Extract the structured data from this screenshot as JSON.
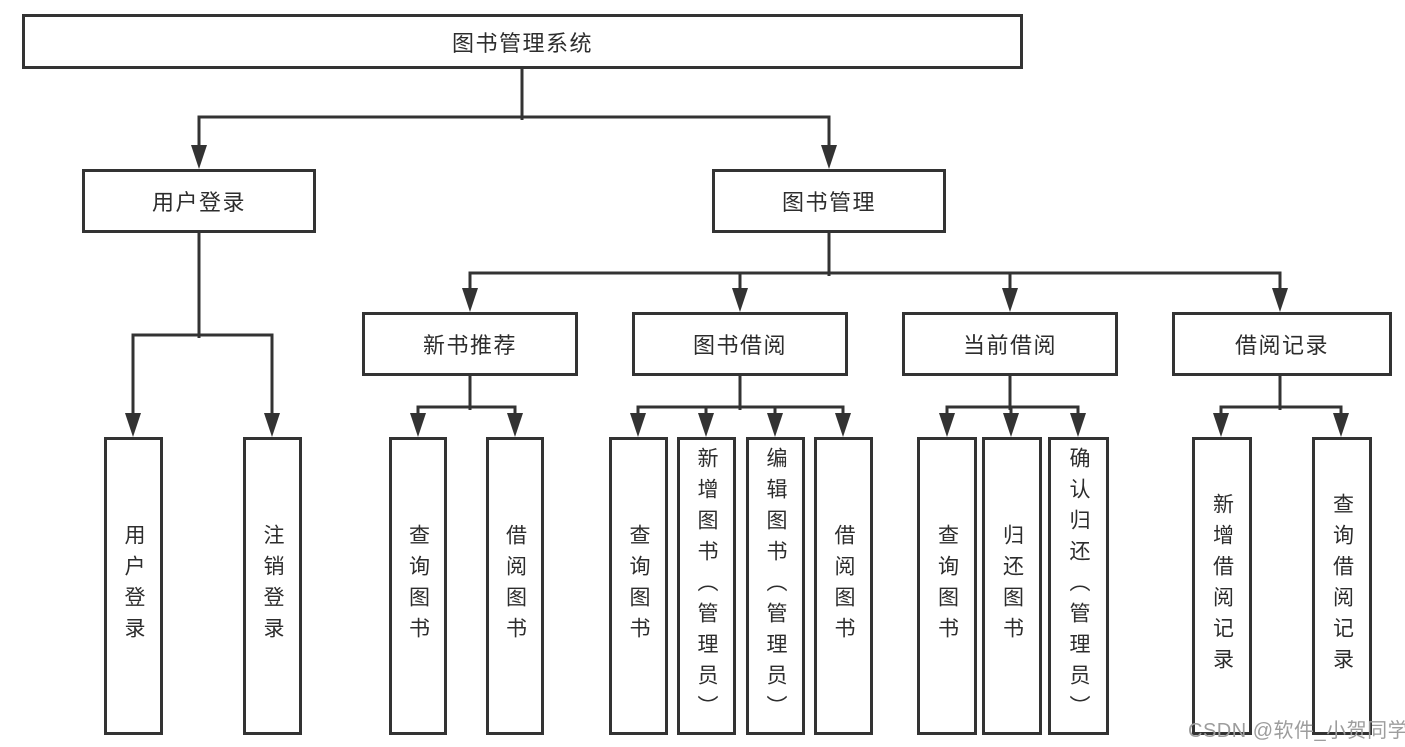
{
  "diagram": {
    "root": {
      "label": "图书管理系统"
    },
    "level2": [
      {
        "label": "用户登录"
      },
      {
        "label": "图书管理"
      }
    ],
    "level3": [
      {
        "label": "新书推荐"
      },
      {
        "label": "图书借阅"
      },
      {
        "label": "当前借阅"
      },
      {
        "label": "借阅记录"
      }
    ],
    "leaves": [
      {
        "label": "用户登录"
      },
      {
        "label": "注销登录"
      },
      {
        "label": "查询图书"
      },
      {
        "label": "借阅图书"
      },
      {
        "label": "查询图书"
      },
      {
        "label": "新增图书（管理员）"
      },
      {
        "label": "编辑图书（管理员）"
      },
      {
        "label": "借阅图书"
      },
      {
        "label": "查询图书"
      },
      {
        "label": "归还图书"
      },
      {
        "label": "确认归还（管理员）"
      },
      {
        "label": "新增借阅记录"
      },
      {
        "label": "查询借阅记录"
      }
    ],
    "colors": {
      "line": "#333333",
      "text": "#2d2d2d",
      "box_background": "#ffffff",
      "watermark": "#9d9d9d"
    }
  },
  "watermark": {
    "text": "CSDN @软件_小贺同学"
  }
}
